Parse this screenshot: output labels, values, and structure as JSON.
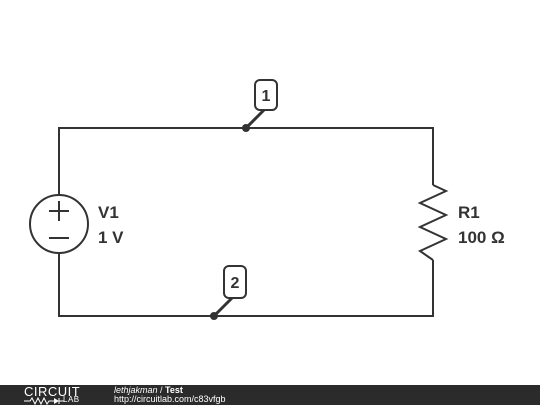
{
  "components": {
    "source": {
      "name": "V1",
      "value": "1 V"
    },
    "resistor": {
      "name": "R1",
      "value": "100 Ω"
    }
  },
  "nodes": [
    {
      "label": "1"
    },
    {
      "label": "2"
    }
  ],
  "footer": {
    "logo_top": "CIRCUIT",
    "logo_bottom": "LAB",
    "author": "lethjakman",
    "separator": " / ",
    "title": "Test",
    "url": "http://circuitlab.com/c83vfgb"
  },
  "colors": {
    "wire": "#333333",
    "footer_bg": "#2b2b2b"
  }
}
